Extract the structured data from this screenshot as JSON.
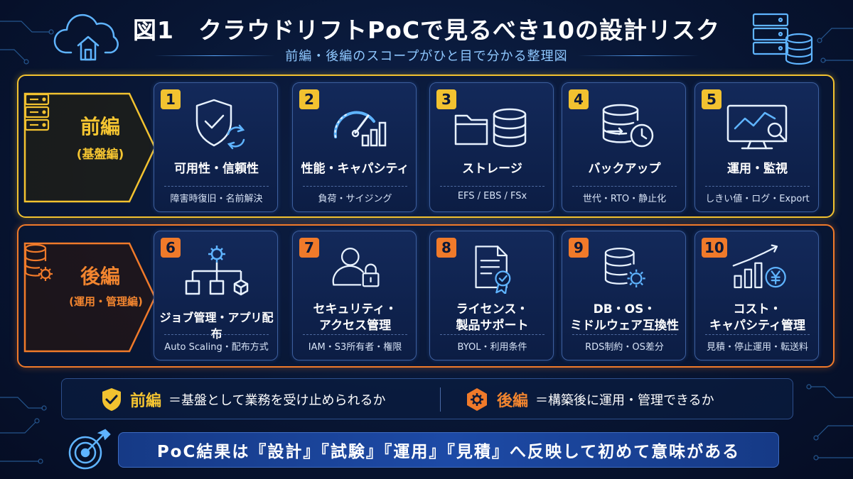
{
  "header": {
    "title": "図1　クラウドリフトPoCで見るべき10の設計リスク",
    "subtitle": "前編・後編のスコープがひと目で分かる整理図",
    "left_icon": "cloud-home-icon",
    "right_icon": "server-database-icon"
  },
  "sections": [
    {
      "title": "前編",
      "subtitle": "(基盤編)",
      "icon": "server-rack-icon",
      "color": "#f2c230",
      "cards": [
        {
          "number": "1",
          "title_lines": [
            "可用性・信頼性"
          ],
          "description": "障害時復旧・名前解決",
          "icon": "shield-check-refresh-icon"
        },
        {
          "number": "2",
          "title_lines": [
            "性能・キャパシティ"
          ],
          "description": "負荷・サイジング",
          "icon": "gauge-icon"
        },
        {
          "number": "3",
          "title_lines": [
            "ストレージ"
          ],
          "description": "EFS / EBS / FSx",
          "icon": "folder-database-icon"
        },
        {
          "number": "4",
          "title_lines": [
            "バックアップ"
          ],
          "description": "世代・RTO・静止化",
          "icon": "database-clock-icon"
        },
        {
          "number": "5",
          "title_lines": [
            "運用・監視"
          ],
          "description": "しきい値・ログ・Export",
          "icon": "monitor-search-icon"
        }
      ]
    },
    {
      "title": "後編",
      "subtitle": "(運用・管理編)",
      "icon": "database-gear-icon",
      "color": "#f07a2a",
      "cards": [
        {
          "number": "6",
          "title_lines": [
            "ジョブ管理・アプリ配布"
          ],
          "description": "Auto Scaling・配布方式",
          "icon": "gear-tree-icon"
        },
        {
          "number": "7",
          "title_lines": [
            "セキュリティ・",
            "アクセス管理"
          ],
          "description": "IAM・S3所有者・権限",
          "icon": "user-lock-icon"
        },
        {
          "number": "8",
          "title_lines": [
            "ライセンス・",
            "製品サポート"
          ],
          "description": "BYOL・利用条件",
          "icon": "certificate-document-icon"
        },
        {
          "number": "9",
          "title_lines": [
            "DB・OS・",
            "ミドルウェア互換性"
          ],
          "description": "RDS制約・OS差分",
          "icon": "database-gear-icon"
        },
        {
          "number": "10",
          "title_lines": [
            "コスト・",
            "キャパシティ管理"
          ],
          "description": "見積・停止運用・転送料",
          "icon": "bar-chart-yen-icon"
        }
      ]
    }
  ],
  "legend": [
    {
      "key": "前編",
      "text": "＝基盤として業務を受け止められるか",
      "icon": "shield-check-icon",
      "color": "#f5c531"
    },
    {
      "key": "後編",
      "text": "＝構築後に運用・管理できるか",
      "icon": "gear-icon",
      "color": "#f2852f"
    }
  ],
  "footer": {
    "text": "PoC結果は『設計』『試験』『運用』『見積』へ反映して初めて意味がある",
    "icon": "target-arrow-icon"
  }
}
